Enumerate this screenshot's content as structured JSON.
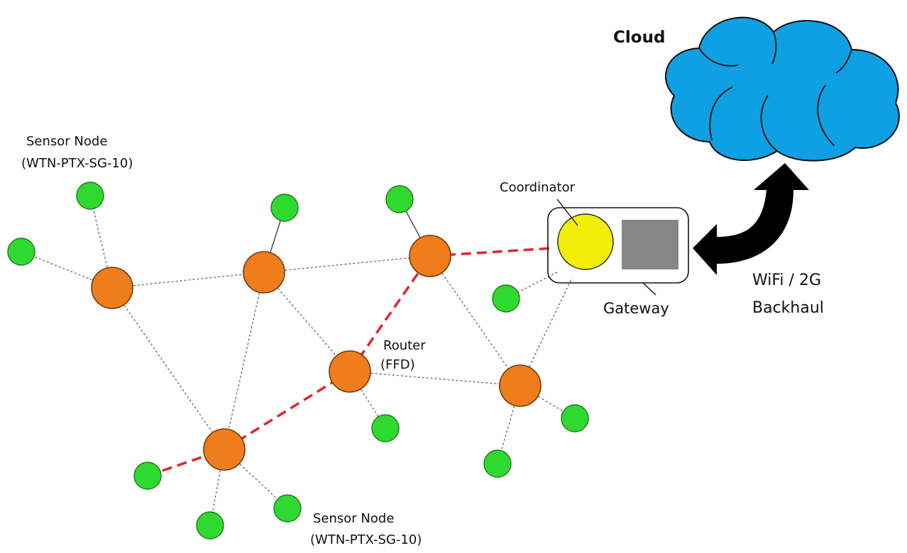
{
  "labels": {
    "cloud": "Cloud",
    "coordinator": "Coordinator",
    "gateway": "Gateway",
    "backhaul_line1": "WiFi / 2G",
    "backhaul_line2": "Backhaul",
    "router_line1": "Router",
    "router_line2": "(FFD)",
    "sensor_top_line1": "Sensor Node",
    "sensor_top_line2": "(WTN-PTX-SG-10)",
    "sensor_bottom_line1": "Sensor Node",
    "sensor_bottom_line2": "(WTN-PTX-SG-10)"
  },
  "colors": {
    "router": "#f07d1c",
    "sensor": "#2fd92f",
    "coordinator": "#f2ee07",
    "gateway_module": "#878787",
    "cloud": "#0ea0e2",
    "mesh_link": "#707070",
    "primary_route": "#e0262a",
    "arrow": "#000000"
  },
  "icons": {
    "cloud": "cloud-icon",
    "backhaul": "bidirectional-curved-arrow-icon"
  }
}
